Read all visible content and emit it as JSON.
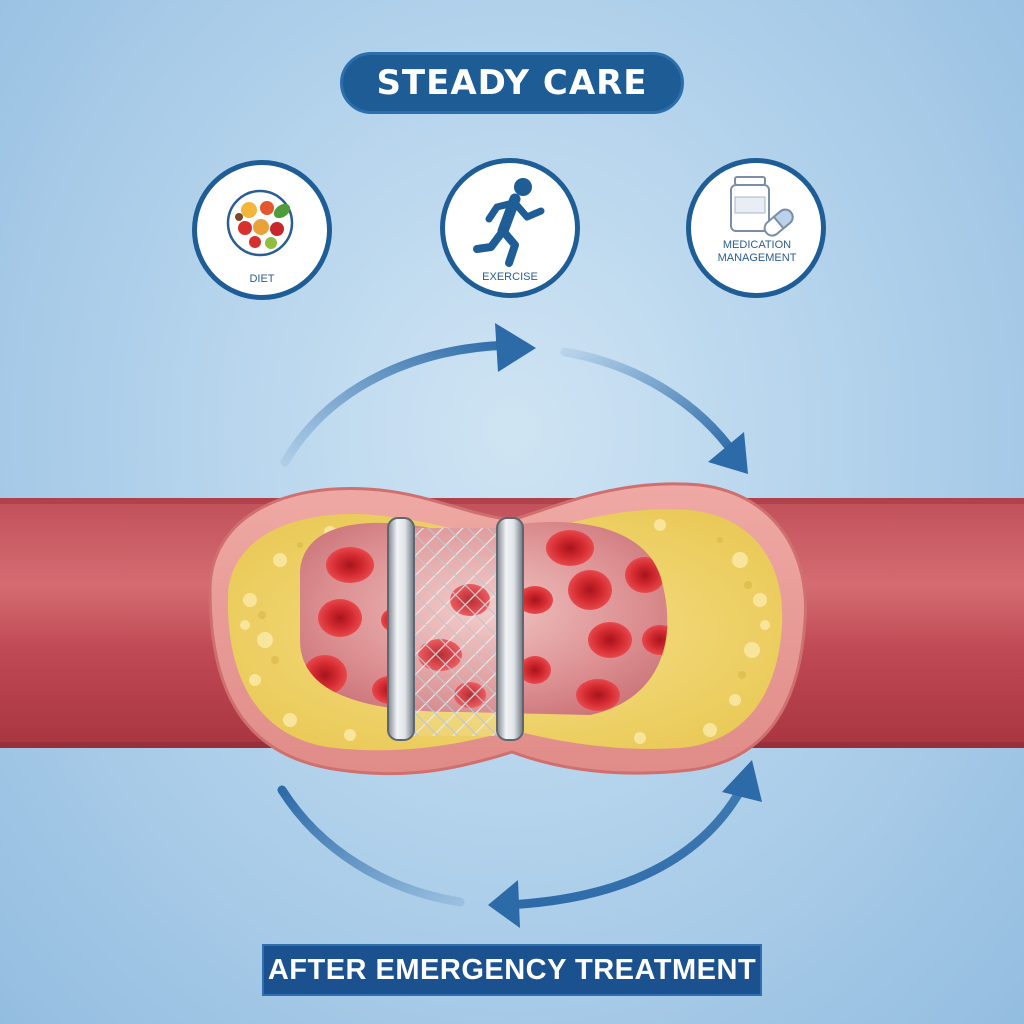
{
  "header": {
    "title": "STEADY CARE"
  },
  "care_items": [
    {
      "label": "DIET",
      "icon": "food-plate-icon"
    },
    {
      "label": "EXERCISE",
      "icon": "running-person-icon"
    },
    {
      "label": "MEDICATION MANAGEMENT",
      "icon": "pill-bottle-icon"
    }
  ],
  "footer": {
    "label": "AFTER EMERGENCY TREATMENT"
  },
  "colors": {
    "primary_blue": "#1e5c96",
    "artery_red": "#b8434e",
    "plaque_yellow": "#f0d46a",
    "blood_cell": "#d6262c",
    "stent_silver": "#c8ccd2"
  }
}
